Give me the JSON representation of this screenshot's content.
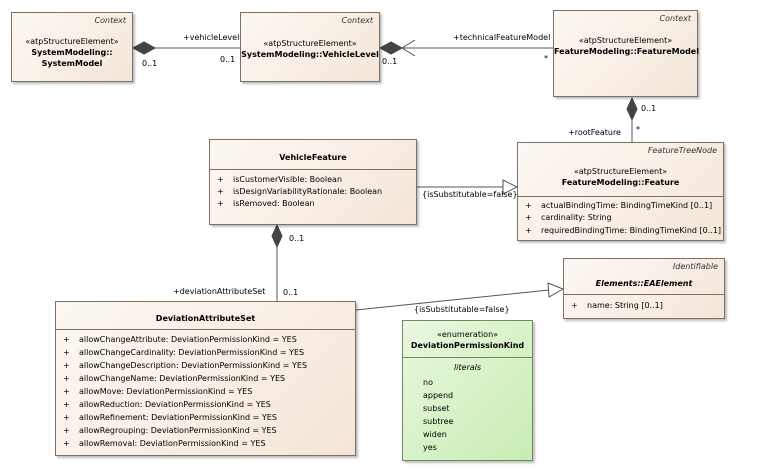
{
  "classes": {
    "system_model": {
      "tag": "Context",
      "stereotype": "«atpStructureElement»",
      "name_line1": "SystemModeling::",
      "name_line2": "SystemModel"
    },
    "vehicle_level": {
      "tag": "Context",
      "stereotype": "«atpStructureElement»",
      "name": "SystemModeling::VehicleLevel"
    },
    "feature_model": {
      "tag": "Context",
      "stereotype": "«atpStructureElement»",
      "name": "FeatureModeling::FeatureModel"
    },
    "vehicle_feature": {
      "name": "VehicleFeature",
      "attributes": [
        {
          "vis": "+",
          "text": "isCustomerVisible: Boolean"
        },
        {
          "vis": "+",
          "text": "isDesignVariabilityRationale: Boolean"
        },
        {
          "vis": "+",
          "text": "isRemoved: Boolean"
        }
      ]
    },
    "feature": {
      "tag": "FeatureTreeNode",
      "stereotype": "«atpStructureElement»",
      "name": "FeatureModeling::Feature",
      "attributes": [
        {
          "vis": "+",
          "text": "actualBindingTime: BindingTimeKind [0..1]"
        },
        {
          "vis": "+",
          "text": "cardinality: String"
        },
        {
          "vis": "+",
          "text": "requiredBindingTime: BindingTimeKind [0..1]"
        }
      ]
    },
    "ea_element": {
      "tag": "Identifiable",
      "name": "Elements::EAElement",
      "attributes": [
        {
          "vis": "+",
          "text": "name: String [0..1]"
        }
      ]
    },
    "deviation_set": {
      "name": "DeviationAttributeSet",
      "attributes": [
        {
          "vis": "+",
          "text": "allowChangeAttribute: DeviationPermissionKind = YES"
        },
        {
          "vis": "+",
          "text": "allowChangeCardinality: DeviationPermissionKind = YES"
        },
        {
          "vis": "+",
          "text": "allowChangeDescription: DeviationPermissionKind = YES"
        },
        {
          "vis": "+",
          "text": "allowChangeName: DeviationPermissionKind = YES"
        },
        {
          "vis": "+",
          "text": "allowMove: DeviationPermissionKind = YES"
        },
        {
          "vis": "+",
          "text": "allowReduction: DeviationPermissionKind = YES"
        },
        {
          "vis": "+",
          "text": "allowRefinement: DeviationPermissionKind = YES"
        },
        {
          "vis": "+",
          "text": "allowRegrouping: DeviationPermissionKind = YES"
        },
        {
          "vis": "+",
          "text": "allowRemoval: DeviationPermissionKind = YES"
        }
      ]
    },
    "permission_kind": {
      "stereotype": "«enumeration»",
      "name": "DeviationPermissionKind",
      "section": "literals",
      "literals": [
        "no",
        "append",
        "subset",
        "subtree",
        "widen",
        "yes"
      ]
    }
  },
  "edge_labels": {
    "vehicle_level_role": "+vehicleLevel",
    "sm_mult": "0..1",
    "vl_mult_left": "0..1",
    "vl_mult_right": "0..1",
    "technical_feature_model_role": "+technicalFeatureModel",
    "tfm_mult": "*",
    "fm_mult": "0..1",
    "root_feature_role": "+rootFeature",
    "rf_mult": "*",
    "vf_substitutable": "{isSubstitutable=false}",
    "vf_mult": "0..1",
    "deviation_role": "+deviationAttributeSet",
    "das_mult": "0..1",
    "das_substitutable": "{isSubstitutable=false}"
  }
}
